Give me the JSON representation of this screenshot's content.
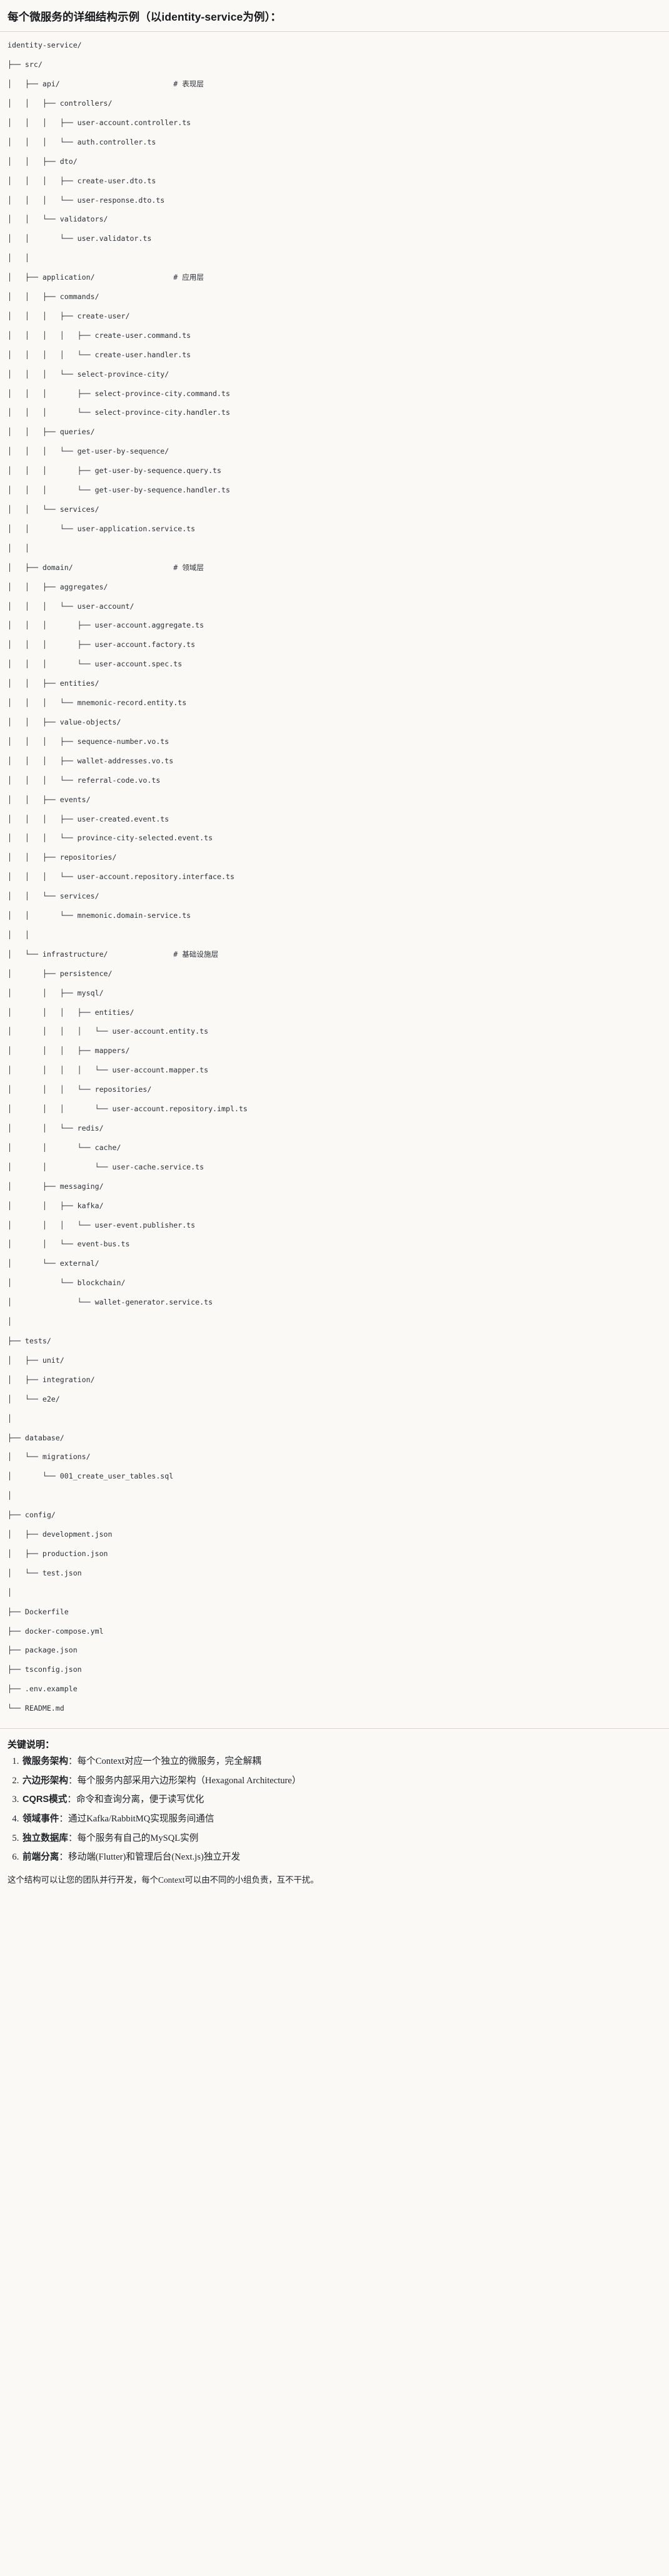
{
  "title": "每个微服务的详细结构示例（以identity-service为例）：",
  "tree": {
    "lines": [
      "identity-service/",
      "├── src/",
      "│   ├── api/                          # 表现层",
      "│   │   ├── controllers/",
      "│   │   │   ├── user-account.controller.ts",
      "│   │   │   └── auth.controller.ts",
      "│   │   ├── dto/",
      "│   │   │   ├── create-user.dto.ts",
      "│   │   │   └── user-response.dto.ts",
      "│   │   └── validators/",
      "│   │       └── user.validator.ts",
      "│   │",
      "│   ├── application/                  # 应用层",
      "│   │   ├── commands/",
      "│   │   │   ├── create-user/",
      "│   │   │   │   ├── create-user.command.ts",
      "│   │   │   │   └── create-user.handler.ts",
      "│   │   │   └── select-province-city/",
      "│   │   │       ├── select-province-city.command.ts",
      "│   │   │       └── select-province-city.handler.ts",
      "│   │   ├── queries/",
      "│   │   │   └── get-user-by-sequence/",
      "│   │   │       ├── get-user-by-sequence.query.ts",
      "│   │   │       └── get-user-by-sequence.handler.ts",
      "│   │   └── services/",
      "│   │       └── user-application.service.ts",
      "│   │",
      "│   ├── domain/                       # 领域层",
      "│   │   ├── aggregates/",
      "│   │   │   └── user-account/",
      "│   │   │       ├── user-account.aggregate.ts",
      "│   │   │       ├── user-account.factory.ts",
      "│   │   │       └── user-account.spec.ts",
      "│   │   ├── entities/",
      "│   │   │   └── mnemonic-record.entity.ts",
      "│   │   ├── value-objects/",
      "│   │   │   ├── sequence-number.vo.ts",
      "│   │   │   ├── wallet-addresses.vo.ts",
      "│   │   │   └── referral-code.vo.ts",
      "│   │   ├── events/",
      "│   │   │   ├── user-created.event.ts",
      "│   │   │   └── province-city-selected.event.ts",
      "│   │   ├── repositories/",
      "│   │   │   └── user-account.repository.interface.ts",
      "│   │   └── services/",
      "│   │       └── mnemonic.domain-service.ts",
      "│   │",
      "│   └── infrastructure/               # 基础设施层",
      "│       ├── persistence/",
      "│       │   ├── mysql/",
      "│       │   │   ├── entities/",
      "│       │   │   │   └── user-account.entity.ts",
      "│       │   │   ├── mappers/",
      "│       │   │   │   └── user-account.mapper.ts",
      "│       │   │   └── repositories/",
      "│       │   │       └── user-account.repository.impl.ts",
      "│       │   └── redis/",
      "│       │       └── cache/",
      "│       │           └── user-cache.service.ts",
      "│       ├── messaging/",
      "│       │   ├── kafka/",
      "│       │   │   └── user-event.publisher.ts",
      "│       │   └── event-bus.ts",
      "│       └── external/",
      "│           └── blockchain/",
      "│               └── wallet-generator.service.ts",
      "│",
      "├── tests/",
      "│   ├── unit/",
      "│   ├── integration/",
      "│   └── e2e/",
      "│",
      "├── database/",
      "│   └── migrations/",
      "│       └── 001_create_user_tables.sql",
      "│",
      "├── config/",
      "│   ├── development.json",
      "│   ├── production.json",
      "│   └── test.json",
      "│",
      "├── Dockerfile",
      "├── docker-compose.yml",
      "├── package.json",
      "├── tsconfig.json",
      "├── .env.example",
      "└── README.md"
    ]
  },
  "key_points": {
    "heading": "关键说明：",
    "items": [
      {
        "term": "微服务架构",
        "sep": "：",
        "desc": "每个Context对应一个独立的微服务，完全解耦"
      },
      {
        "term": "六边形架构",
        "sep": "：",
        "desc": "每个服务内部采用六边形架构（Hexagonal Architecture）"
      },
      {
        "term": "CQRS模式",
        "sep": "：",
        "desc": "命令和查询分离，便于读写优化"
      },
      {
        "term": "领域事件",
        "sep": "：",
        "desc": "通过Kafka/RabbitMQ实现服务间通信"
      },
      {
        "term": "独立数据库",
        "sep": "：",
        "desc": "每个服务有自己的MySQL实例"
      },
      {
        "term": "前端分离",
        "sep": "：",
        "desc": "移动端(Flutter)和管理后台(Next.js)独立开发"
      }
    ],
    "closing": "这个结构可以让您的团队并行开发，每个Context可以由不同的小组负责，互不干扰。"
  }
}
